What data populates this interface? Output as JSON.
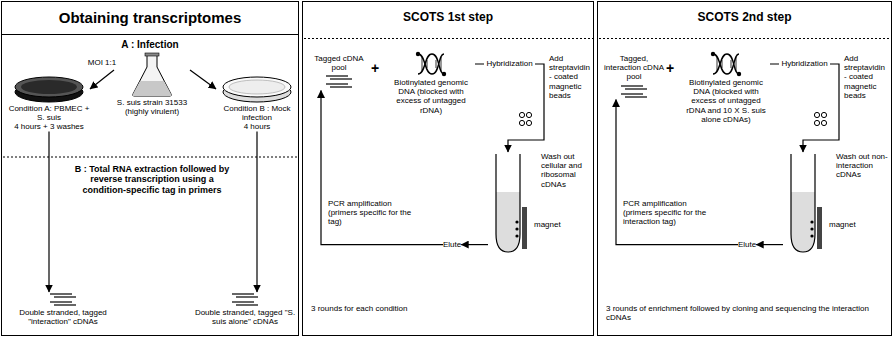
{
  "diagram": {
    "nodes": [
      {
        "text": [
          "Obtaining transcriptomes"
        ]
      },
      {
        "text": [
          "Condition A: PBMEC + S. suis",
          "4 hours + 3 washes"
        ],
        "in": 0
      },
      {
        "text": [
          "S. suis strain 31533 (highly virulent)"
        ],
        "in": 0
      },
      {
        "text": [
          "Condition B : Mock infection",
          "4 hours"
        ],
        "in": 0
      },
      {
        "text": [
          "Double stranded, tagged \"interaction\" cDNAs"
        ],
        "in": 0
      },
      {
        "text": [
          "Double stranded, tagged \"S. suis alone\" cDNAs"
        ],
        "in": 0
      },
      {
        "text": [
          "SCOTS 1st step"
        ]
      },
      {
        "text": [
          "Tagged cDNA pool"
        ],
        "in": 6
      },
      {
        "text": [
          "Biotinylated genomic DNA (blocked with excess of untagged rDNA)"
        ],
        "in": 6
      },
      {
        "text": [
          "magnet"
        ],
        "in": 6
      },
      {
        "text": [
          "Elute"
        ],
        "in": 6
      },
      {
        "text": [
          "SCOTS 2nd step"
        ]
      },
      {
        "text": [
          "Tagged, interaction cDNA pool"
        ],
        "in": 11
      },
      {
        "text": [
          "Biotinylated genomic DNA (blocked with excess of untagged rDNA and 10 X S. suis alone cDNAs)"
        ],
        "in": 11
      },
      {
        "text": [
          "magnet"
        ],
        "in": 11
      },
      {
        "text": [
          "Elute"
        ],
        "in": 11
      }
    ],
    "edges": [
      {
        "from": 2,
        "to": 1,
        "arrow": "to",
        "label": "MOI 1:1"
      },
      {
        "from": 2,
        "to": 3,
        "arrow": "to"
      },
      {
        "from": 1,
        "to": 4,
        "arrow": "to"
      },
      {
        "from": 3,
        "to": 5,
        "arrow": "to"
      },
      {
        "from": 8,
        "to": 9,
        "arrow": "to",
        "label": "Hybridization"
      },
      {
        "from": 9,
        "to": 10,
        "arrow": "to"
      },
      {
        "from": 10,
        "to": 7,
        "arrow": "to",
        "label": "PCR amplification (primers specific for the tag)"
      },
      {
        "from": 13,
        "to": 14,
        "arrow": "to",
        "label": "Hybridization"
      },
      {
        "from": 14,
        "to": 15,
        "arrow": "to"
      },
      {
        "from": 15,
        "to": 12,
        "arrow": "to",
        "label": "PCR amplification (primers specific for the interaction tag)"
      }
    ],
    "labels": [
      "A : Infection",
      "B : Total RNA extraction followed by reverse transcription using a condition-specific tag in primers",
      "+",
      "Add streptavidin - coated magnetic beads",
      "Wash out cellular and ribosomal cDNAs",
      "3 rounds for each condition",
      "+",
      "Add streptavidin - coated magnetic beads",
      "Wash out non-interaction cDNAs",
      "3 rounds of enrichment followed by cloning and sequencing the interaction cDNAs"
    ]
  }
}
